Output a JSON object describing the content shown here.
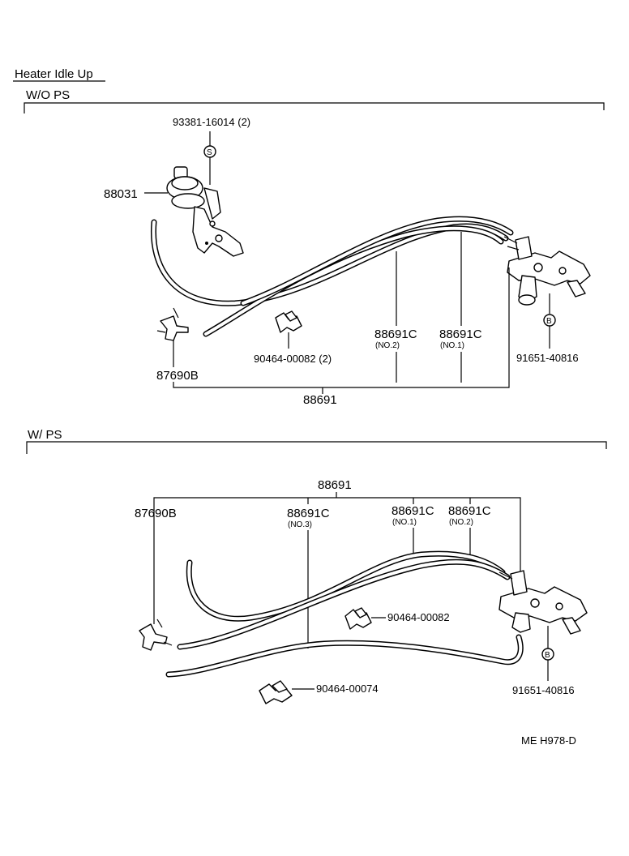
{
  "title": "Heater Idle Up",
  "doc_code": "ME H978-D",
  "sections": [
    {
      "heading": "W/O PS",
      "labels": {
        "bolt": "93381-16014 (2)",
        "bolt_marker": "S",
        "actuator": "88031",
        "tee": "87690B",
        "clamp": "90464-00082 (2)",
        "hose_a": "88691C",
        "hose_a_sub": "(NO.2)",
        "hose_b": "88691C",
        "hose_b_sub": "(NO.1)",
        "vsv_bolt": "91651-40816",
        "vsv_marker": "B",
        "hose_set": "88691"
      }
    },
    {
      "heading": "W/ PS",
      "labels": {
        "hose_set": "88691",
        "tee": "87690B",
        "hose_c": "88691C",
        "hose_c_sub": "(NO.3)",
        "hose_a": "88691C",
        "hose_a_sub": "(NO.1)",
        "hose_b": "88691C",
        "hose_b_sub": "(NO.2)",
        "clamp_a": "90464-00082",
        "clamp_b": "90464-00074",
        "vsv_marker": "B",
        "vsv_bolt": "91651-40816"
      }
    }
  ]
}
